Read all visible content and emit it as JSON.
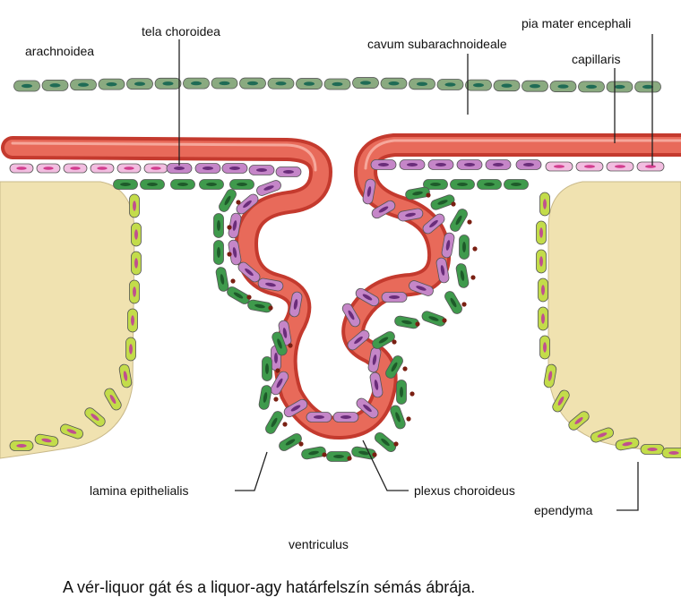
{
  "labels": {
    "arachnoidea": "arachnoidea",
    "tela_choroidea": "tela choroidea",
    "cavum_subarachnoideale": "cavum subarachnoideale",
    "pia_mater_encephali": "pia mater encephali",
    "capillaris": "capillaris",
    "lamina_epithelialis": "lamina epithelialis",
    "plexus_choroideus": "plexus choroideus",
    "ependyma": "ependyma",
    "ventriculus": "ventriculus"
  },
  "caption": "A vér-liquor gát és a liquor-agy határfelszín sémás ábrája.",
  "colors": {
    "arachnoid_cell": "#8aaa80",
    "arachnoid_nucleus": "#1f6b55",
    "pia_cell": "#f2bde0",
    "pia_nucleus": "#d23c8e",
    "choroid_cell": "#c586c8",
    "choroid_nucleus": "#6a2d7a",
    "epithelium_cell": "#3f9a4c",
    "epithelium_nucleus": "#1e5a2a",
    "ependyma_cell": "#c3dc4a",
    "ependyma_nucleus": "#c0508e",
    "capillary_fill": "#e86a5a",
    "capillary_edge": "#c43a2e",
    "brain_tissue": "#f0e2b0",
    "junction_dot": "#7a1f12"
  }
}
